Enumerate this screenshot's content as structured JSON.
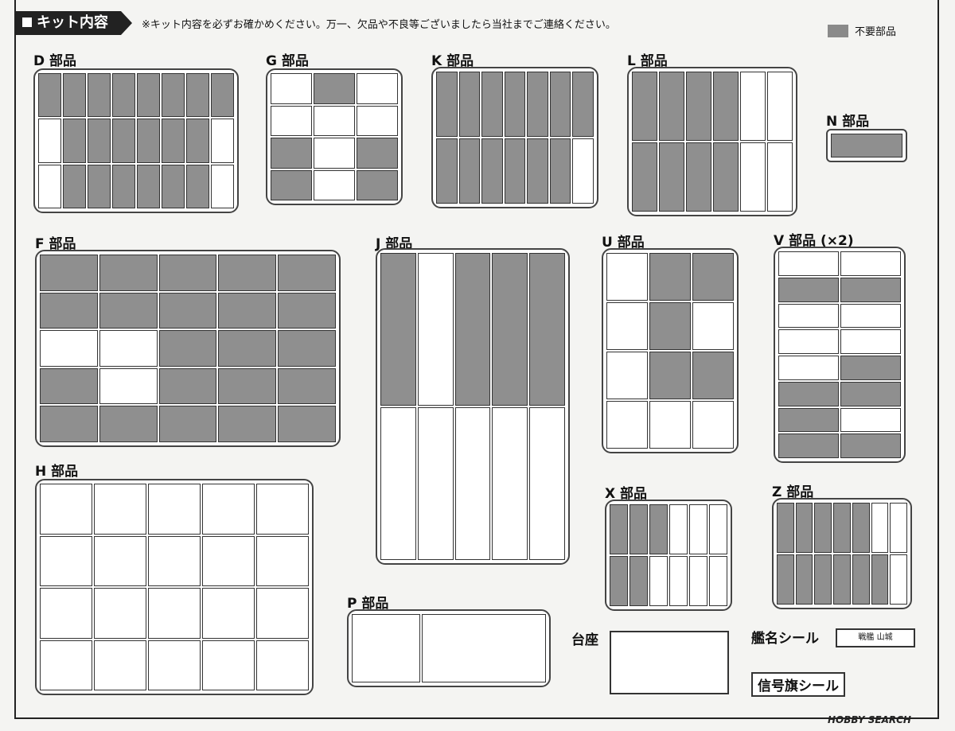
{
  "header": {
    "title": "キット内容",
    "note": "※キット内容を必ずお確かめください。万一、欠品や不良等ございましたら当社までご連絡ください。",
    "legend_label": "不要部品"
  },
  "parts": {
    "D": "D 部品",
    "G": "G 部品",
    "K": "K 部品",
    "L": "L 部品",
    "N": "N 部品",
    "F": "F 部品",
    "J": "J 部品",
    "U": "U 部品",
    "V": "V 部品 (×2)",
    "H": "H 部品",
    "X": "X 部品",
    "Z": "Z 部品",
    "P": "P 部品"
  },
  "extras": {
    "base": "台座",
    "name_decal": "艦名シール",
    "name_decal_text": "戦艦 山城",
    "flag_decal": "信号旗シール"
  },
  "watermark": "HOBBY SEARCH"
}
